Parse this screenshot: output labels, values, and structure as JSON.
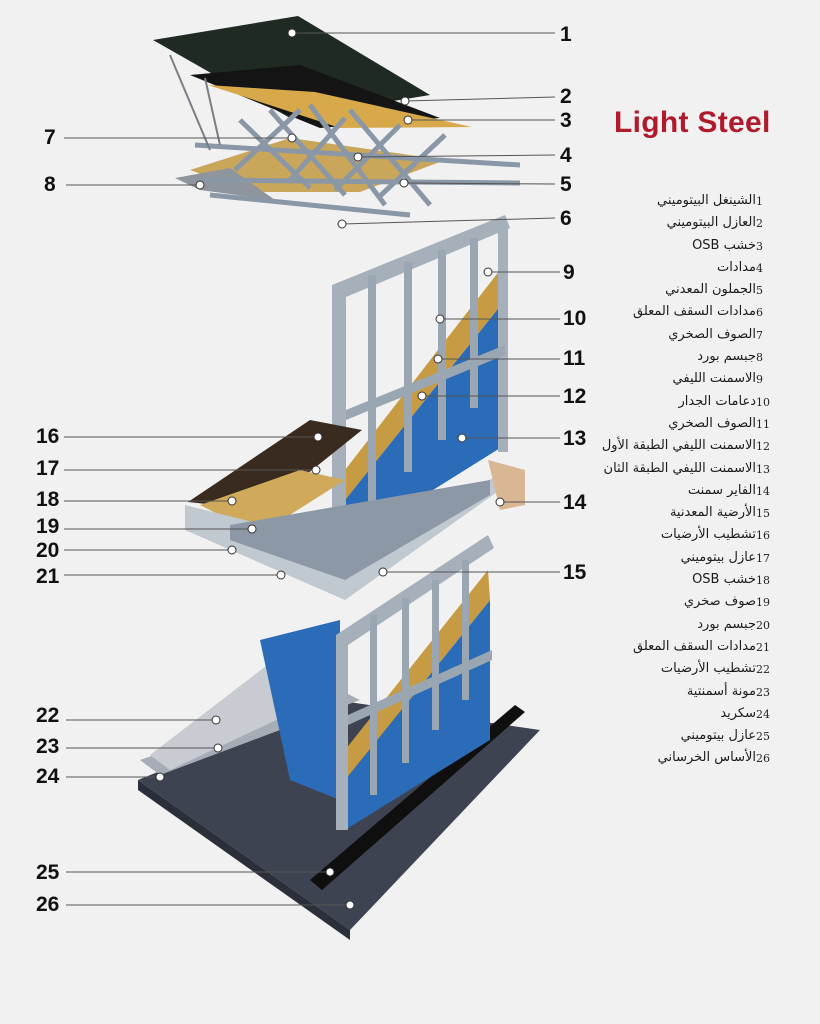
{
  "title": "Light Steel",
  "legend": [
    {
      "n": "1",
      "label": "الشينغل البيتوميني"
    },
    {
      "n": "2",
      "label": "العازل البيتوميني"
    },
    {
      "n": "3",
      "label": "خشب OSB"
    },
    {
      "n": "4",
      "label": "مدادات"
    },
    {
      "n": "5",
      "label": "الجملون المعدني"
    },
    {
      "n": "6",
      "label": "مدادات السقف المعلق"
    },
    {
      "n": "7",
      "label": "الصوف الصخري"
    },
    {
      "n": "8",
      "label": "جبسم بورد"
    },
    {
      "n": "9",
      "label": "الاسمنت الليفي"
    },
    {
      "n": "10",
      "label": "دعامات الجدار"
    },
    {
      "n": "11",
      "label": "الصوف الصخري"
    },
    {
      "n": "12",
      "label": "الاسمنت الليفي الطبقة الأول"
    },
    {
      "n": "13",
      "label": "الاسمنت الليفي الطبقة الثان"
    },
    {
      "n": "14",
      "label": "الفاير سمنت"
    },
    {
      "n": "15",
      "label": "الأرضية المعدنية"
    },
    {
      "n": "16",
      "label": "تشطيب الأرضيات"
    },
    {
      "n": "17",
      "label": "عازل بيتوميني"
    },
    {
      "n": "18",
      "label": "خشب OSB"
    },
    {
      "n": "19",
      "label": "صوف صخري"
    },
    {
      "n": "20",
      "label": "جبسم بورد"
    },
    {
      "n": "21",
      "label": "مدادات السقف المعلق"
    },
    {
      "n": "22",
      "label": "تشطيب الأرضيات"
    },
    {
      "n": "23",
      "label": "مونة أسمنتية"
    },
    {
      "n": "24",
      "label": "سكريد"
    },
    {
      "n": "25",
      "label": "عازل بيتوميني"
    },
    {
      "n": "26",
      "label": "الأساس الخرساني"
    }
  ],
  "callouts": [
    "1",
    "2",
    "3",
    "4",
    "5",
    "6",
    "7",
    "8",
    "9",
    "10",
    "11",
    "12",
    "13",
    "14",
    "15",
    "16",
    "17",
    "18",
    "19",
    "20",
    "21",
    "22",
    "23",
    "24",
    "25",
    "26"
  ],
  "colors": {
    "title": "#b01a2c",
    "steel": "#9aa6b2",
    "board_blue": "#2b6cb8",
    "insulation": "#c9a24a",
    "shingle": "#1f2a22",
    "concrete": "#3e4352"
  }
}
